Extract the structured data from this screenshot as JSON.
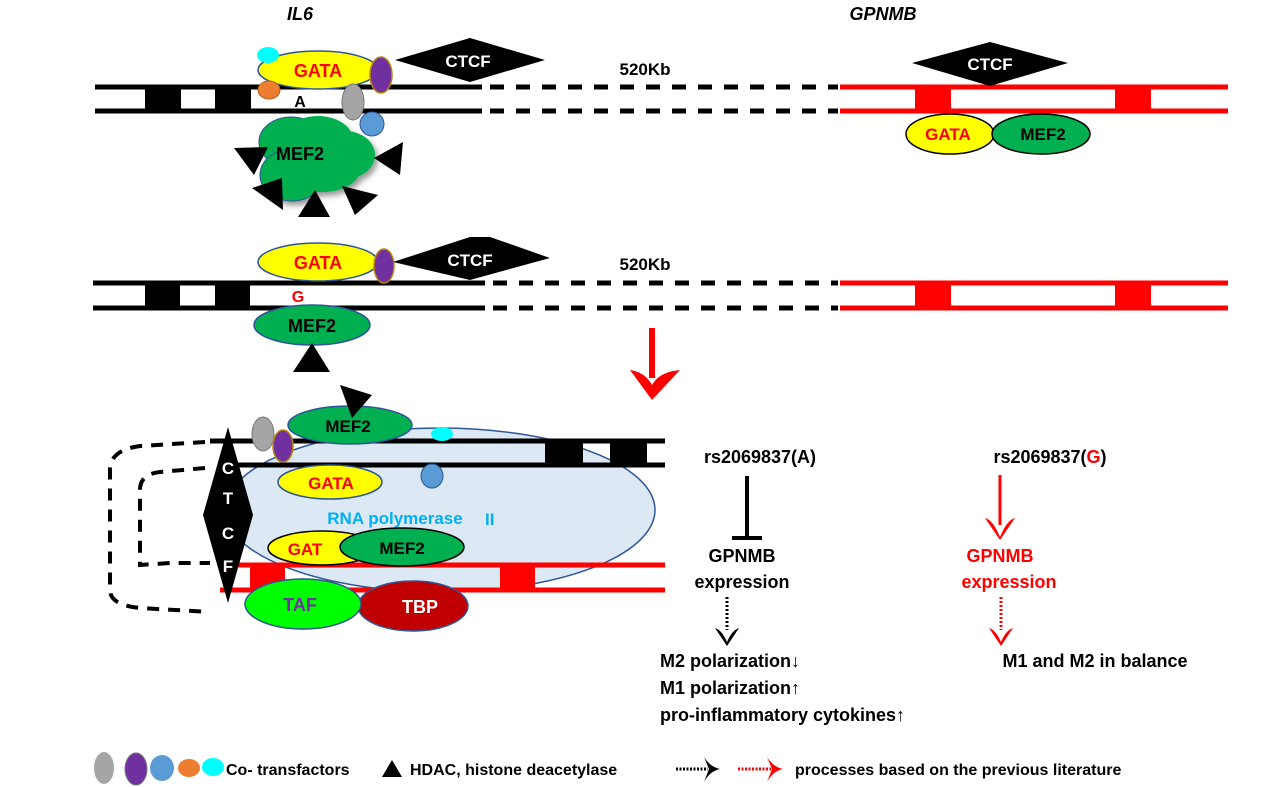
{
  "title_left": "IL6",
  "title_right": "GPNMB",
  "distance": "520Kb",
  "colors": {
    "black": "#000000",
    "red": "#ff0000",
    "gata": "#ffff00",
    "mef2": "#00b050",
    "polymerase": "#dce9f5",
    "taf": "#00ff00",
    "tbp": "#c00000",
    "cyan": "#00ffff",
    "purple": "#7030a0",
    "blue": "#5b9bd5",
    "orange": "#ed7d31",
    "gray": "#a5a5a5"
  },
  "labels": {
    "ctcf": "CTCF",
    "gata": "GATA",
    "gata_partial": "GAT",
    "mef2": "MEF2",
    "taf": "TAF",
    "tbp": "TBP",
    "allele_a": "A",
    "allele_g": "G",
    "polymerase": "RNA polymerase",
    "polymerase_roman": "II",
    "ctcf_vertical": [
      "C",
      "T",
      "C",
      "F"
    ]
  },
  "right_panel": {
    "snp_a": "rs2069837(A)",
    "snp_g_prefix": "rs2069837(",
    "snp_g_allele": "G",
    "snp_g_suffix": ")",
    "gpnmb_a_line1": "GPNMB",
    "gpnmb_a_line2": "expression",
    "gpnmb_g_line1": "GPNMB",
    "gpnmb_g_line2": "expression",
    "outcome_a": [
      "M2 polarization↓",
      "M1 polarization↑",
      "pro-inflammatory cytokines↑"
    ],
    "outcome_g": "M1 and M2 in balance"
  },
  "legend": {
    "cofactors": "Co-  transfactors",
    "hdac": "HDAC, histone deacetylase",
    "processes": "processes based on the previous literature"
  }
}
